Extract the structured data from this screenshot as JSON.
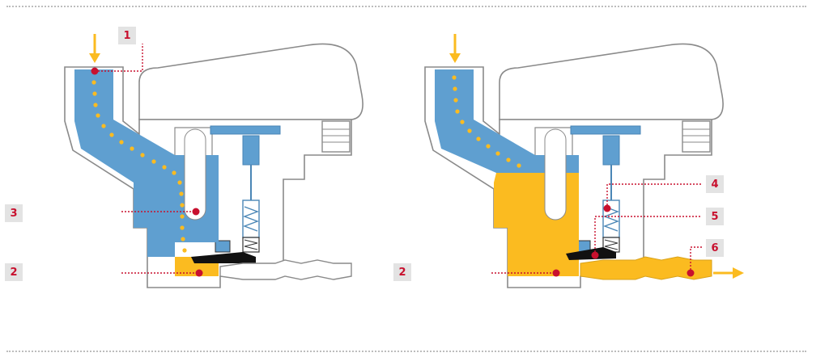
{
  "labels": {
    "left": {
      "l1": "1",
      "l3": "3",
      "l2": "2"
    },
    "right": {
      "l2": "2",
      "l4": "4",
      "l5": "5",
      "l6": "6"
    }
  },
  "colors": {
    "water_blue": "#5f9fd0",
    "liquid_yellow": "#fbbb20",
    "marker_red": "#c8102e",
    "outline_grey": "#8a8a8a",
    "label_bg": "#e3e3e3"
  }
}
